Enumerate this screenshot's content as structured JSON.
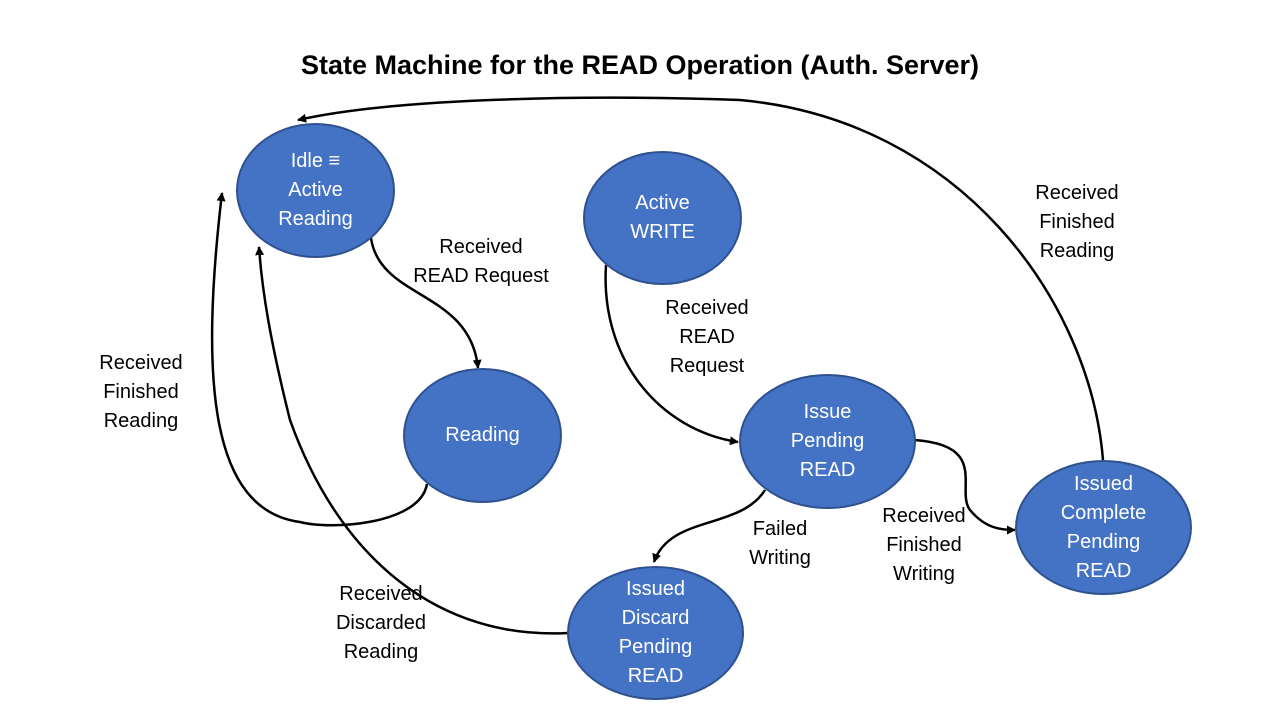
{
  "title": "State Machine for the READ Operation (Auth. Server)",
  "colors": {
    "state_fill": "#4472c4",
    "state_border": "#2f528f",
    "state_text": "#ffffff",
    "edge": "#000000"
  },
  "states": {
    "idle": {
      "lines": [
        "Idle ≡",
        "Active",
        "Reading"
      ]
    },
    "active_write": {
      "lines": [
        "Active",
        "WRITE"
      ]
    },
    "reading": {
      "lines": [
        "Reading"
      ]
    },
    "issue_pending_read": {
      "lines": [
        "Issue",
        "Pending",
        "READ"
      ]
    },
    "issued_complete_pending_read": {
      "lines": [
        "Issued",
        "Complete",
        "Pending",
        "READ"
      ]
    },
    "issued_discard_pending_read": {
      "lines": [
        "Issued",
        "Discard",
        "Pending",
        "READ"
      ]
    }
  },
  "transitions": {
    "idle_to_reading": {
      "lines": [
        "Received",
        "READ Request"
      ]
    },
    "reading_to_idle": {
      "lines": [
        "Received",
        "Finished",
        "Reading"
      ]
    },
    "write_to_issue": {
      "lines": [
        "Received",
        "READ",
        "Request"
      ]
    },
    "issue_to_discard": {
      "lines": [
        "Failed",
        "Writing"
      ]
    },
    "issue_to_complete": {
      "lines": [
        "Received",
        "Finished",
        "Writing"
      ]
    },
    "complete_to_idle": {
      "lines": [
        "Received",
        "Finished",
        "Reading"
      ]
    },
    "discard_to_idle": {
      "lines": [
        "Received",
        "Discarded",
        "Reading"
      ]
    }
  }
}
